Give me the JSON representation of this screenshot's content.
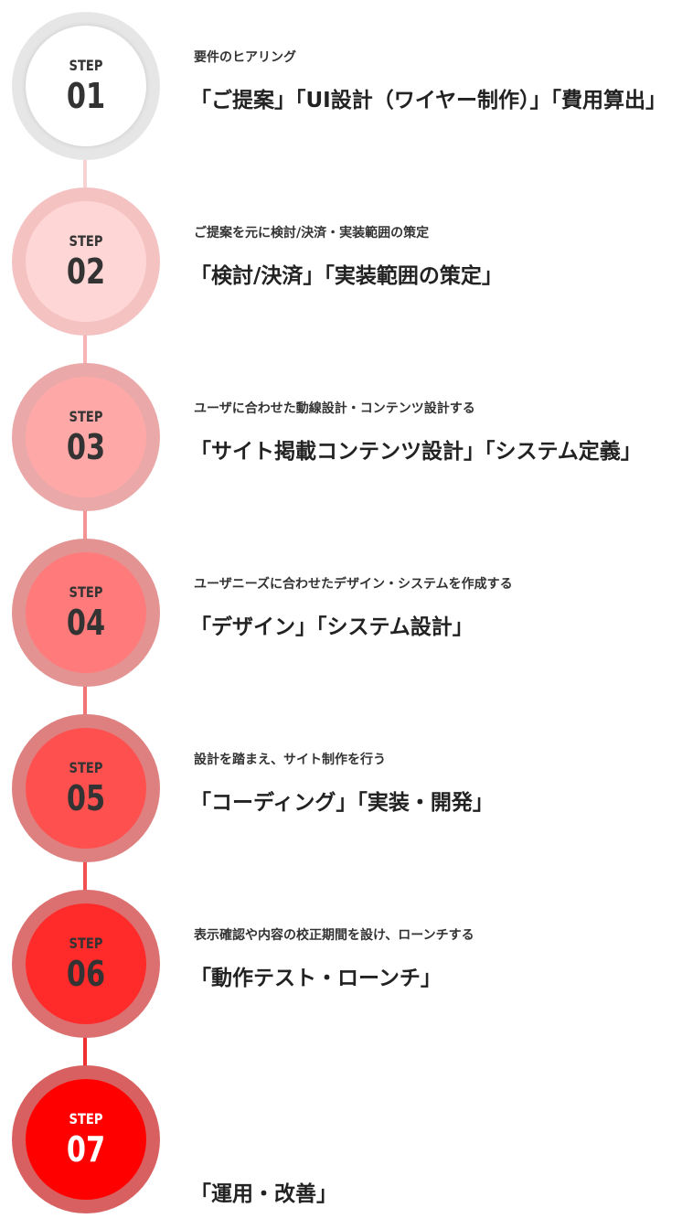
{
  "steps": [
    {
      "label": "STEP",
      "number": "01",
      "description": "要件のヒアリング",
      "title": "「ご提案」「UI設計（ワイヤー制作）」「費用算出」",
      "circle_color": "#ffffff",
      "halo_color": "#e6e6e6",
      "text_color": "#333333"
    },
    {
      "label": "STEP",
      "number": "02",
      "description": "ご提案を元に検討/決済・実装範囲の策定",
      "title": "「検討/決済」「実装範囲の策定」",
      "circle_color": "#ffd6d6",
      "halo_color": "#f5c2c2",
      "text_color": "#333333"
    },
    {
      "label": "STEP",
      "number": "03",
      "description": "ユーザに合わせた動線設計・コンテンツ設計する",
      "title": "「サイト掲載コンテンツ設計」「システム定義」",
      "circle_color": "#ffa8a8",
      "halo_color": "#eba8a8",
      "text_color": "#333333"
    },
    {
      "label": "STEP",
      "number": "04",
      "description": "ユーザニーズに合わせたデザイン・システムを作成する",
      "title": "「デザイン」「システム設計」",
      "circle_color": "#ff7b7b",
      "halo_color": "#e49393",
      "text_color": "#333333"
    },
    {
      "label": "STEP",
      "number": "05",
      "description": "設計を踏まえ、サイト制作を行う",
      "title": "「コーディング」「実装・開発」",
      "circle_color": "#ff5050",
      "halo_color": "#df8080",
      "text_color": "#333333"
    },
    {
      "label": "STEP",
      "number": "06",
      "description": "表示確認や内容の校正期間を設け、ローンチする",
      "title": "「動作テスト・ローンチ」",
      "circle_color": "#ff2a2a",
      "halo_color": "#dc7070",
      "text_color": "#333333"
    },
    {
      "label": "STEP",
      "number": "07",
      "description": "",
      "title": "「運用・改善」",
      "circle_color": "#ff0000",
      "halo_color": "#d86060",
      "text_color": "#ffffff"
    }
  ],
  "connector_colors": [
    "#f6d2d2",
    "#f8b4b4",
    "#f59494",
    "#f37474",
    "#f25050",
    "#f03030"
  ]
}
